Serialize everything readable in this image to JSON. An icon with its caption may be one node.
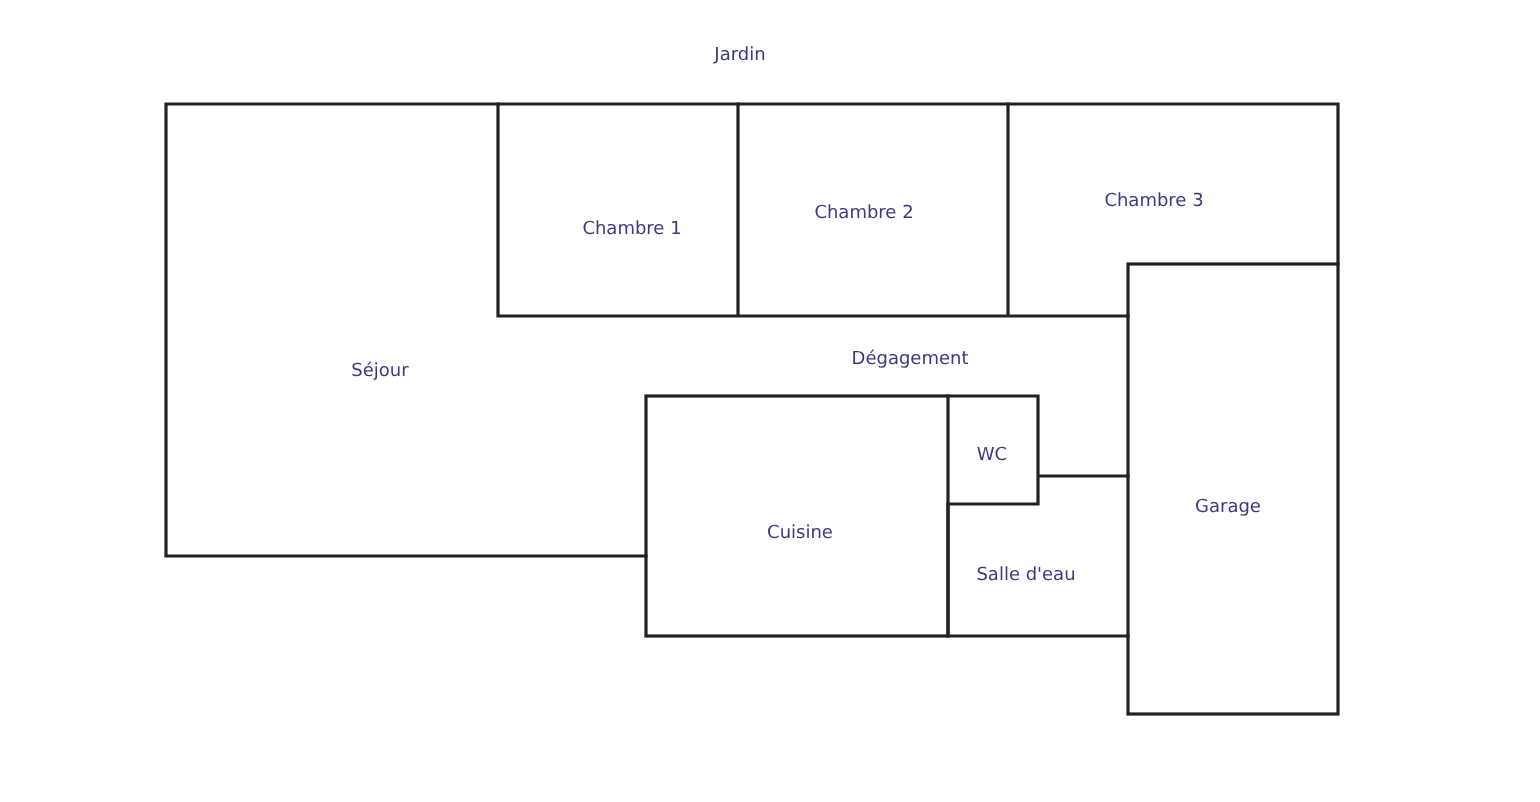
{
  "diagram": {
    "labels": [
      "Jardin",
      "Chambre 1",
      "Chambre 2",
      "Chambre 3",
      "Séjour",
      "Dégagement",
      "WC",
      "Cuisine",
      "Salle d'eau",
      "Garage"
    ]
  }
}
